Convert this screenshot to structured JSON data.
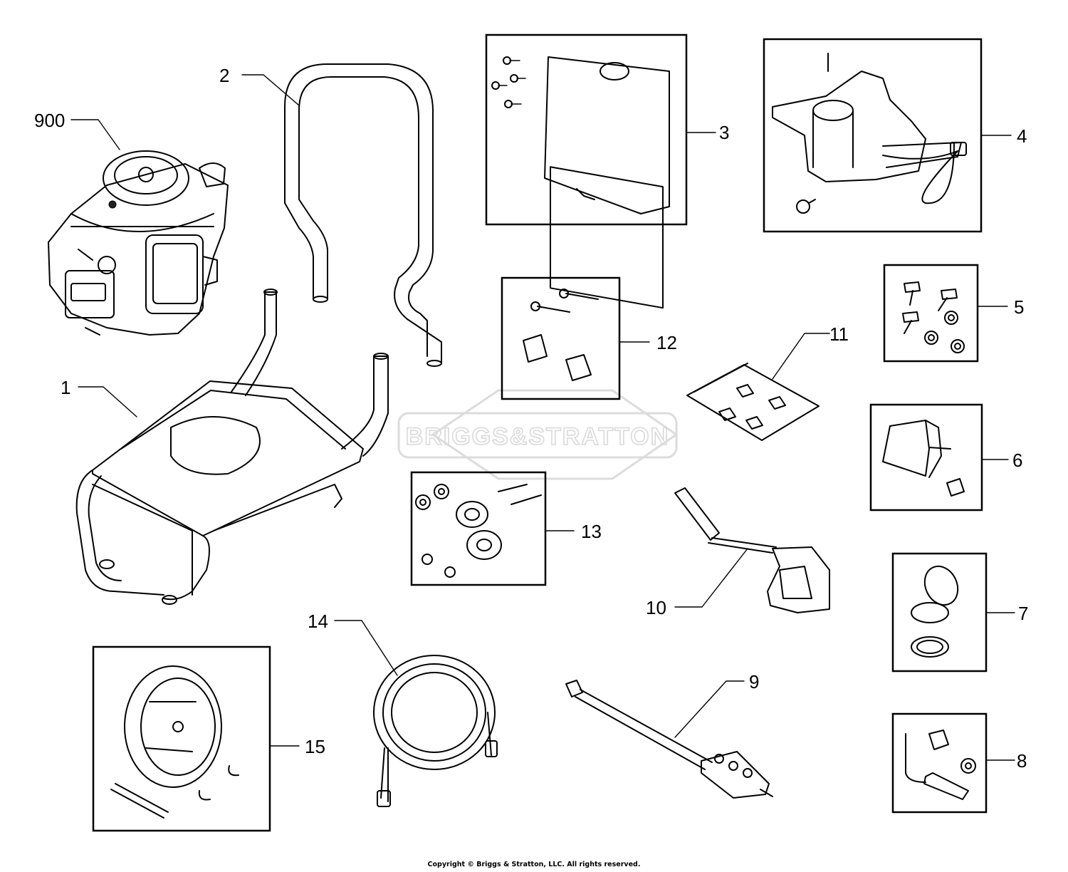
{
  "watermark": "BRIGGS&STRATTON",
  "copyright": "Copyright © Briggs & Stratton, LLC. All rights reserved.",
  "callouts": {
    "c900": "900",
    "c1": "1",
    "c2": "2",
    "c3": "3",
    "c4": "4",
    "c5": "5",
    "c6": "6",
    "c7": "7",
    "c8": "8",
    "c9": "9",
    "c10": "10",
    "c11": "11",
    "c12": "12",
    "c13": "13",
    "c14": "14",
    "c15": "15"
  }
}
